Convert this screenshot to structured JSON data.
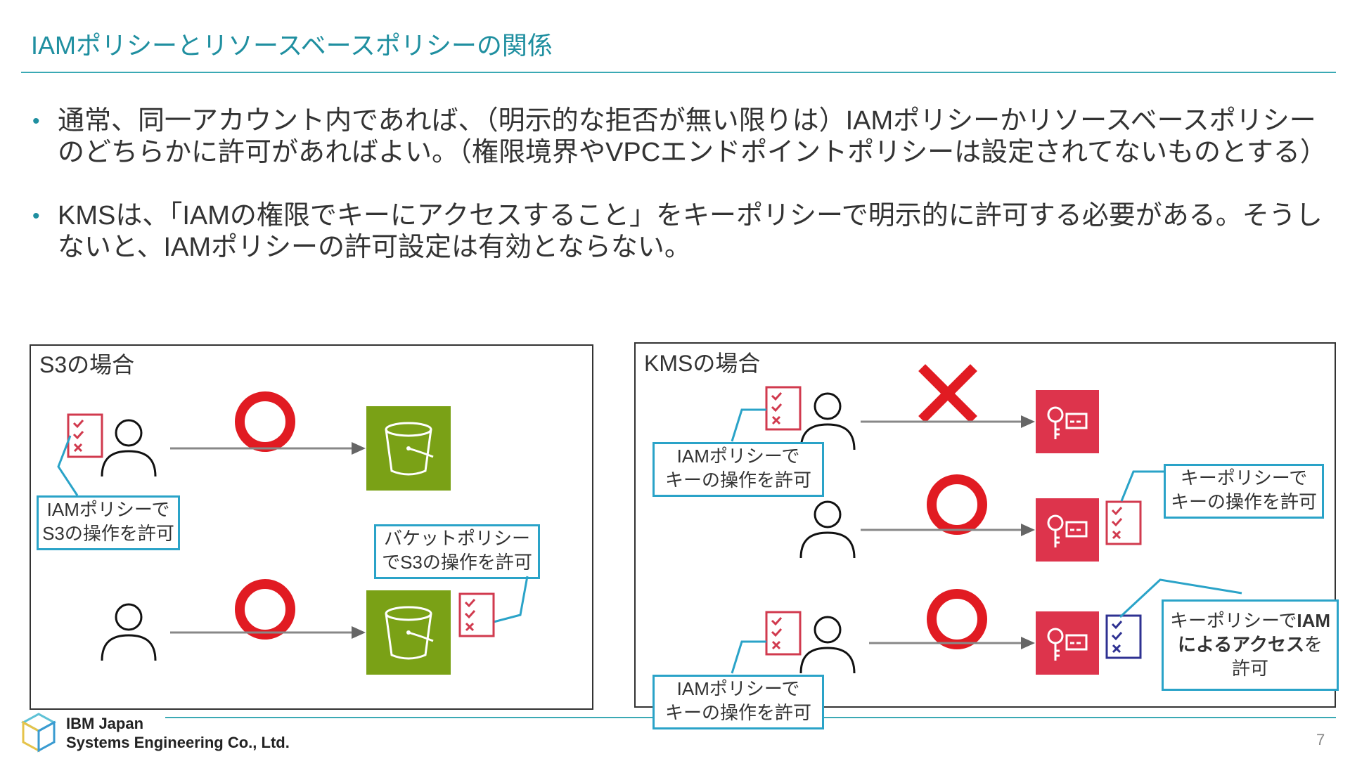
{
  "slide": {
    "title": "IAMポリシーとリソースベースポリシーの関係",
    "bullets": [
      "通常、同一アカウント内であれば、（明示的な拒否が無い限りは）IAMポリシーかリソースベースポリシーのどちらかに許可があればよい。（権限境界やVPCエンドポイントポリシーは設定されてないものとする）",
      "KMSは、「IAMの権限でキーにアクセスすること」をキーポリシーで明示的に許可する必要がある。そうしないと、IAMポリシーの許可設定は有効とならない。"
    ],
    "page_number": "7"
  },
  "s3_panel": {
    "title": "S3の場合",
    "callout_iam": [
      "IAMポリシーで",
      "S3の操作を許可"
    ],
    "callout_bucket": [
      "バケットポリシー",
      "でS3の操作を許可"
    ]
  },
  "kms_panel": {
    "title": "KMSの場合",
    "callout_iam_top": [
      "IAMポリシーで",
      "キーの操作を許可"
    ],
    "callout_key": [
      "キーポリシーで",
      "キーの操作を許可"
    ],
    "callout_key_iam_l1": "キーポリシーで",
    "callout_key_iam_l1b": "IAM",
    "callout_key_iam_l2b": "によるアクセス",
    "callout_key_iam_l2": "を",
    "callout_key_iam_l3": "許可",
    "callout_iam_bottom": [
      "IAMポリシーで",
      "キーの操作を許可"
    ]
  },
  "footer": {
    "company_line1": "IBM Japan",
    "company_line2": "Systems Engineering Co., Ltd."
  },
  "colors": {
    "accent": "#1f8fa0",
    "callout_border": "#2aa3c8",
    "allow": "#e11b22",
    "deny": "#e11b22",
    "s3_green": "#7aa116",
    "kms_red": "#dd344c",
    "policy_red": "#d13a4e",
    "policy_blue": "#2e3192"
  }
}
